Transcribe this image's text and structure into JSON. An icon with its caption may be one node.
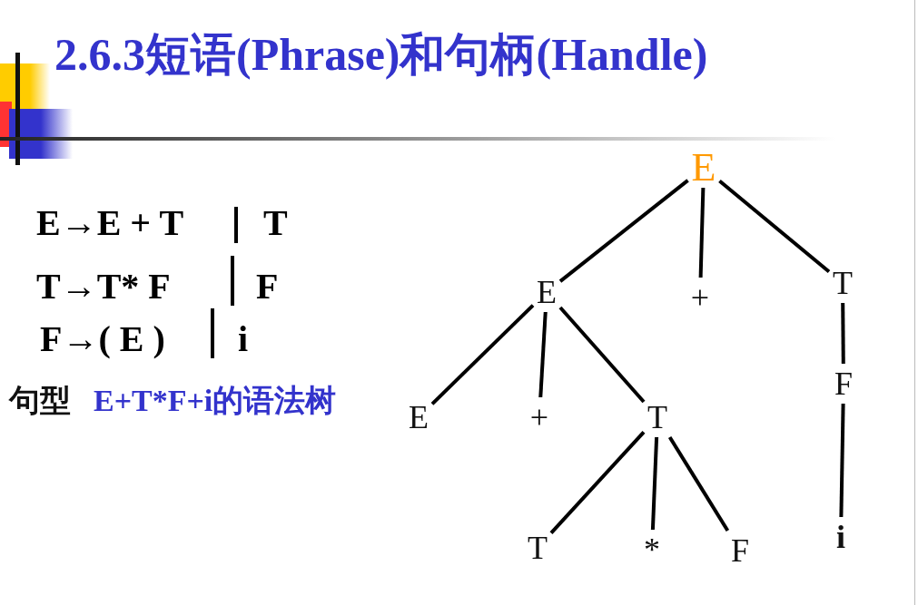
{
  "diagram": {
    "title": "2.6.3短语(Phrase)和句柄(Handle)",
    "nodes": [
      {
        "text": [
          "E"
        ]
      },
      {
        "text": [
          "E"
        ]
      },
      {
        "text": [
          "+"
        ]
      },
      {
        "text": [
          "T"
        ]
      },
      {
        "text": [
          "E"
        ]
      },
      {
        "text": [
          "+"
        ]
      },
      {
        "text": [
          "T"
        ]
      },
      {
        "text": [
          "F"
        ]
      },
      {
        "text": [
          "T"
        ]
      },
      {
        "text": [
          "*"
        ]
      },
      {
        "text": [
          "F"
        ]
      },
      {
        "text": [
          "i"
        ]
      }
    ],
    "edges": [
      {
        "from": 0,
        "to": 1,
        "arrow": "none"
      },
      {
        "from": 0,
        "to": 2,
        "arrow": "none"
      },
      {
        "from": 0,
        "to": 3,
        "arrow": "none"
      },
      {
        "from": 1,
        "to": 4,
        "arrow": "none"
      },
      {
        "from": 1,
        "to": 5,
        "arrow": "none"
      },
      {
        "from": 1,
        "to": 6,
        "arrow": "none"
      },
      {
        "from": 3,
        "to": 7,
        "arrow": "none"
      },
      {
        "from": 6,
        "to": 8,
        "arrow": "none"
      },
      {
        "from": 6,
        "to": 9,
        "arrow": "none"
      },
      {
        "from": 6,
        "to": 10,
        "arrow": "none"
      },
      {
        "from": 7,
        "to": 11,
        "arrow": "none"
      }
    ],
    "labels": [
      "E→E + T",
      "T",
      "T→T* F",
      "F",
      "F→( E )",
      "i",
      "句型",
      "E+T*F+i的语法树"
    ]
  }
}
